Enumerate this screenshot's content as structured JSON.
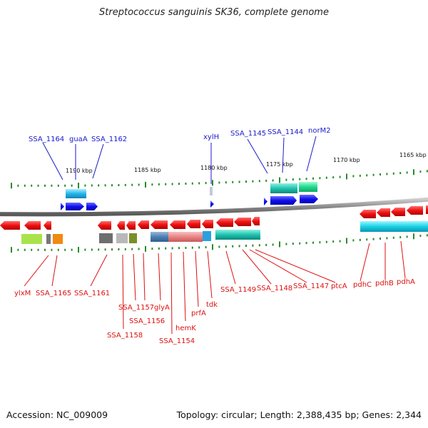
{
  "title": "Streptococcus sanguinis SK36, complete genome",
  "footer": {
    "accession": "Accession: NC_009009",
    "summary": "Topology: circular; Length: 2,388,435 bp; Genes: 2,344"
  },
  "colors": {
    "forward_gene": "#1010f0",
    "reverse_gene": "#f01010",
    "forward_label": "#1a1acc",
    "reverse_label": "#dd1111",
    "tick": "#2a8a2a",
    "backbone": "#8a8a8a"
  },
  "kbp_labels": [
    "1190 kbp",
    "1185 kbp",
    "1180 kbp",
    "1175 kbp",
    "1170 kbp",
    "1165 kbp"
  ],
  "forward_genes": [
    "SSA_1164",
    "guaA",
    "SSA_1162",
    "xylH",
    "SSA_1145",
    "SSA_1144",
    "norM2"
  ],
  "reverse_genes": [
    "ylxM",
    "SSA_1165",
    "SSA_1161",
    "SSA_1157",
    "glyA",
    "SSA_1156",
    "SSA_1158",
    "hemK",
    "SSA_1154",
    "prfA",
    "tdk",
    "SSA_1149",
    "SSA_1148",
    "SSA_1147",
    "ptcA",
    "pdhC",
    "pdhB",
    "pdhA"
  ]
}
